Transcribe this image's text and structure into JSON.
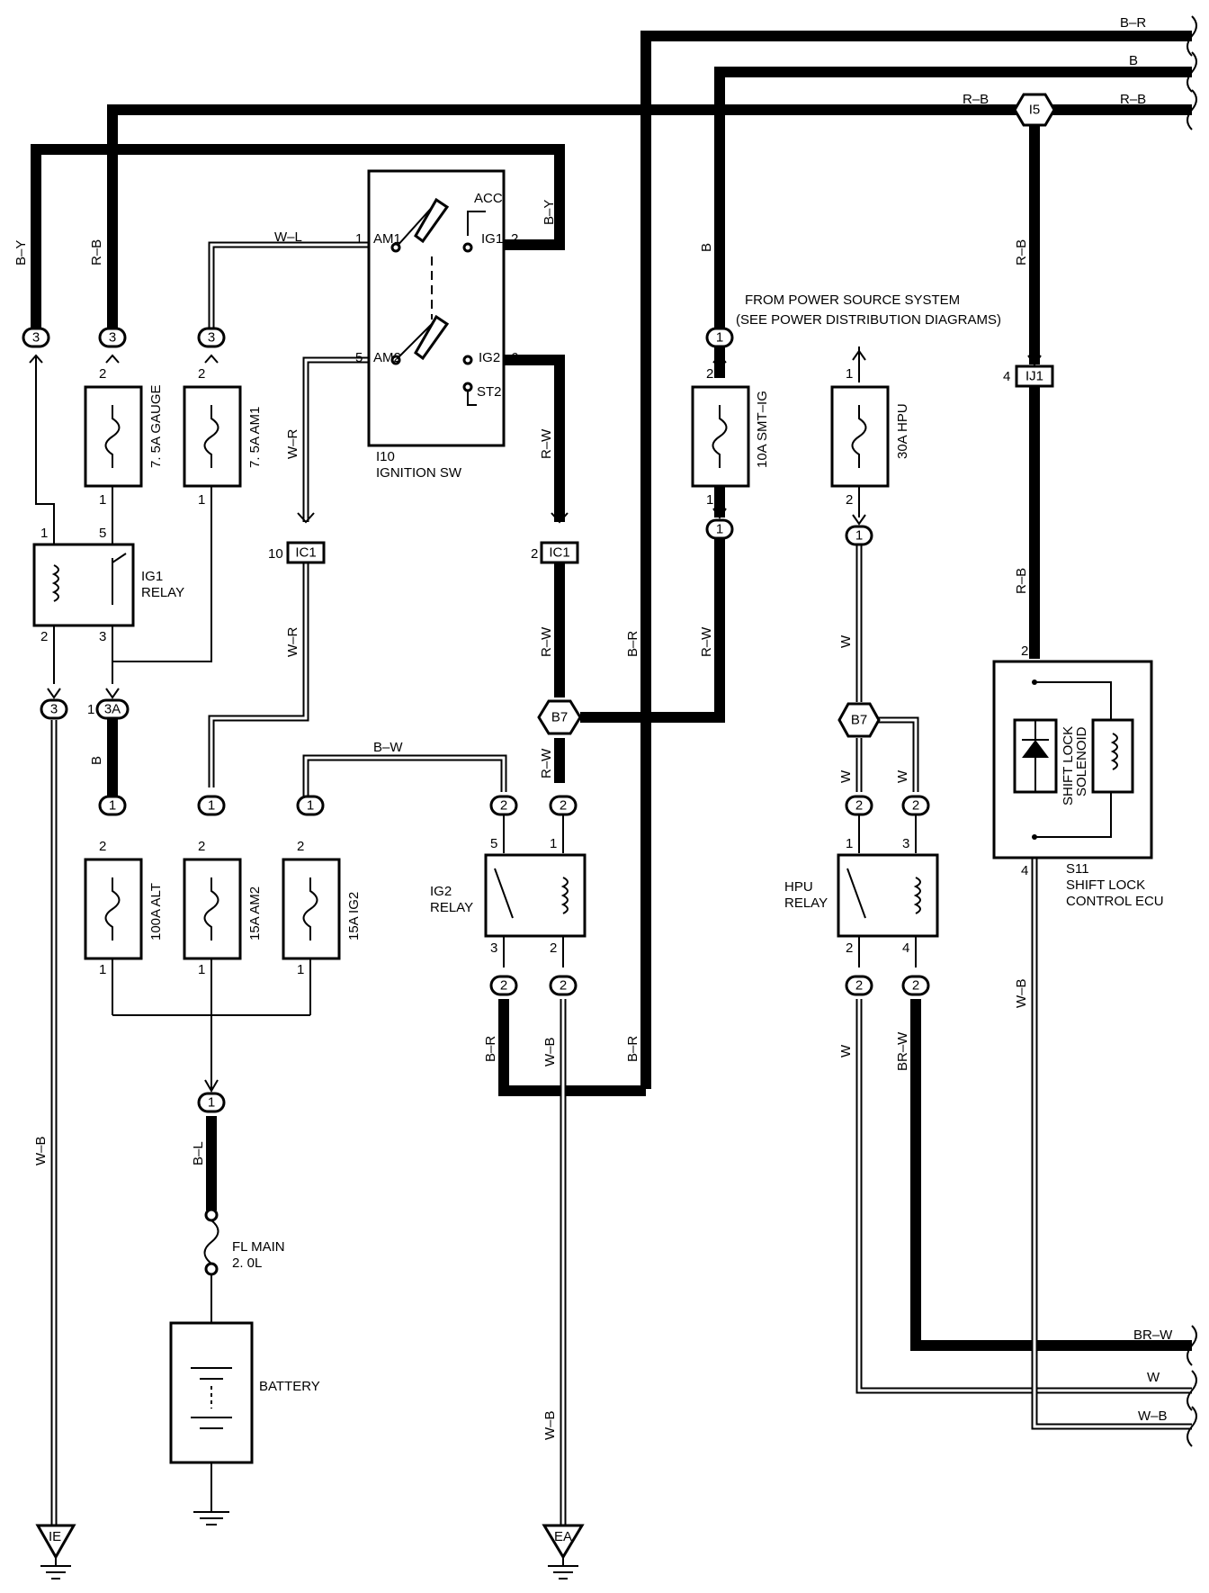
{
  "wires": {
    "b_r_top": "B–R",
    "b_top": "B",
    "r_b_top_left": "R–B",
    "r_b_top_right": "R–B",
    "b_y_left": "B–Y",
    "r_b_left": "R–B",
    "w_l": "W–L",
    "b_y_sw": "B–Y",
    "w_r_upper": "W–R",
    "w_r_lower": "W–R",
    "r_w_upper": "R–W",
    "r_w_mid": "R–W",
    "r_w_lower": "R–W",
    "r_w_smt": "R–W",
    "b_r_mid": "B–R",
    "b_r_low": "B–R",
    "b_smt": "B",
    "r_b_right_upper": "R–B",
    "r_b_right_lower": "R–B",
    "b_alt": "B",
    "b_w": "B–W",
    "w_b_left": "W–B",
    "b_l": "B–L",
    "b_r_ig2": "B–R",
    "w_b_ig2": "W–B",
    "w_b_ea": "W–B",
    "w_hpu_upper": "W",
    "w_hpu_left": "W",
    "w_hpu_right": "W",
    "w_hpu_lower": "W",
    "br_w_hpu": "BR–W",
    "w_b_ecu": "W–B",
    "br_w_bottom": "BR–W",
    "w_bottom": "W",
    "w_b_bottom": "W–B"
  },
  "connectors": {
    "i5": "I5",
    "ij1": "IJ1",
    "ic1_left": "IC1",
    "ic1_right": "IC1",
    "b7_left": "B7",
    "b7_right": "B7",
    "c3a": "3A",
    "c3_a": "3",
    "c3_b": "3",
    "c3_c": "3",
    "c3_d": "3",
    "c1_smt_top": "1",
    "c1_smt_bot": "1",
    "c1_hpu": "1",
    "c1_alt": "1",
    "c1_am2": "1",
    "c1_ig2": "1",
    "c1_bl": "1",
    "c2_ig2r_5": "2",
    "c2_ig2r_1": "2",
    "c2_ig2r_3": "2",
    "c2_ig2r_2": "2",
    "c2_hpur_1": "2",
    "c2_hpur_3": "2",
    "c2_hpur_2": "2",
    "c2_hpur_4": "2"
  },
  "fuses": {
    "gauge": "7. 5A GAUGE",
    "am1": "7. 5A AM1",
    "smt": "10A SMT–IG",
    "hpu": "30A HPU",
    "alt": "100A ALT",
    "am2": "15A AM2",
    "ig2": "15A IG2"
  },
  "components": {
    "ign_id": "I10",
    "ign_name": "IGNITION SW",
    "ig1_relay_1": "IG1",
    "ig1_relay_2": "RELAY",
    "ig2_relay_1": "IG2",
    "ig2_relay_2": "RELAY",
    "hpu_relay_1": "HPU",
    "hpu_relay_2": "RELAY",
    "ecu_id": "S11",
    "ecu_name_1": "SHIFT LOCK",
    "ecu_name_2": "CONTROL ECU",
    "solenoid_1": "SHIFT LOCK",
    "solenoid_2": "SOLENOID",
    "fl_main_1": "FL MAIN",
    "fl_main_2": "2. 0L",
    "battery": "BATTERY",
    "ground_ie": "IE",
    "ground_ea": "EA"
  },
  "notes": {
    "power_1": "FROM POWER SOURCE SYSTEM",
    "power_2": "(SEE POWER DISTRIBUTION DIAGRAMS)"
  },
  "switch_terms": {
    "acc": "ACC",
    "am1": "AM1",
    "ig1": "IG1",
    "am2": "AM2",
    "ig2": "IG2",
    "st2": "ST2"
  },
  "pins": {
    "sw_1": "1",
    "sw_2": "2",
    "sw_5": "5",
    "sw_6": "6",
    "ic1_l": "10",
    "ic1_r": "2",
    "gauge_t": "2",
    "gauge_b": "1",
    "am1_t": "2",
    "am1_b": "1",
    "ig1r_1": "1",
    "ig1r_5": "5",
    "ig1r_2": "2",
    "ig1r_3": "3",
    "c3a_pin": "1",
    "alt_t": "2",
    "alt_b": "1",
    "am2_t": "2",
    "am2_b": "1",
    "ig2f_t": "2",
    "ig2f_b": "1",
    "ig2r_5": "5",
    "ig2r_1": "1",
    "ig2r_3": "3",
    "ig2r_2": "2",
    "smt_t": "2",
    "smt_b": "1",
    "hpu_t": "1",
    "hpu_b": "2",
    "hpur_1": "1",
    "hpur_3": "3",
    "hpur_2": "2",
    "hpur_4": "4",
    "ij1_pin": "4",
    "ecu_t": "2",
    "ecu_b": "4"
  }
}
